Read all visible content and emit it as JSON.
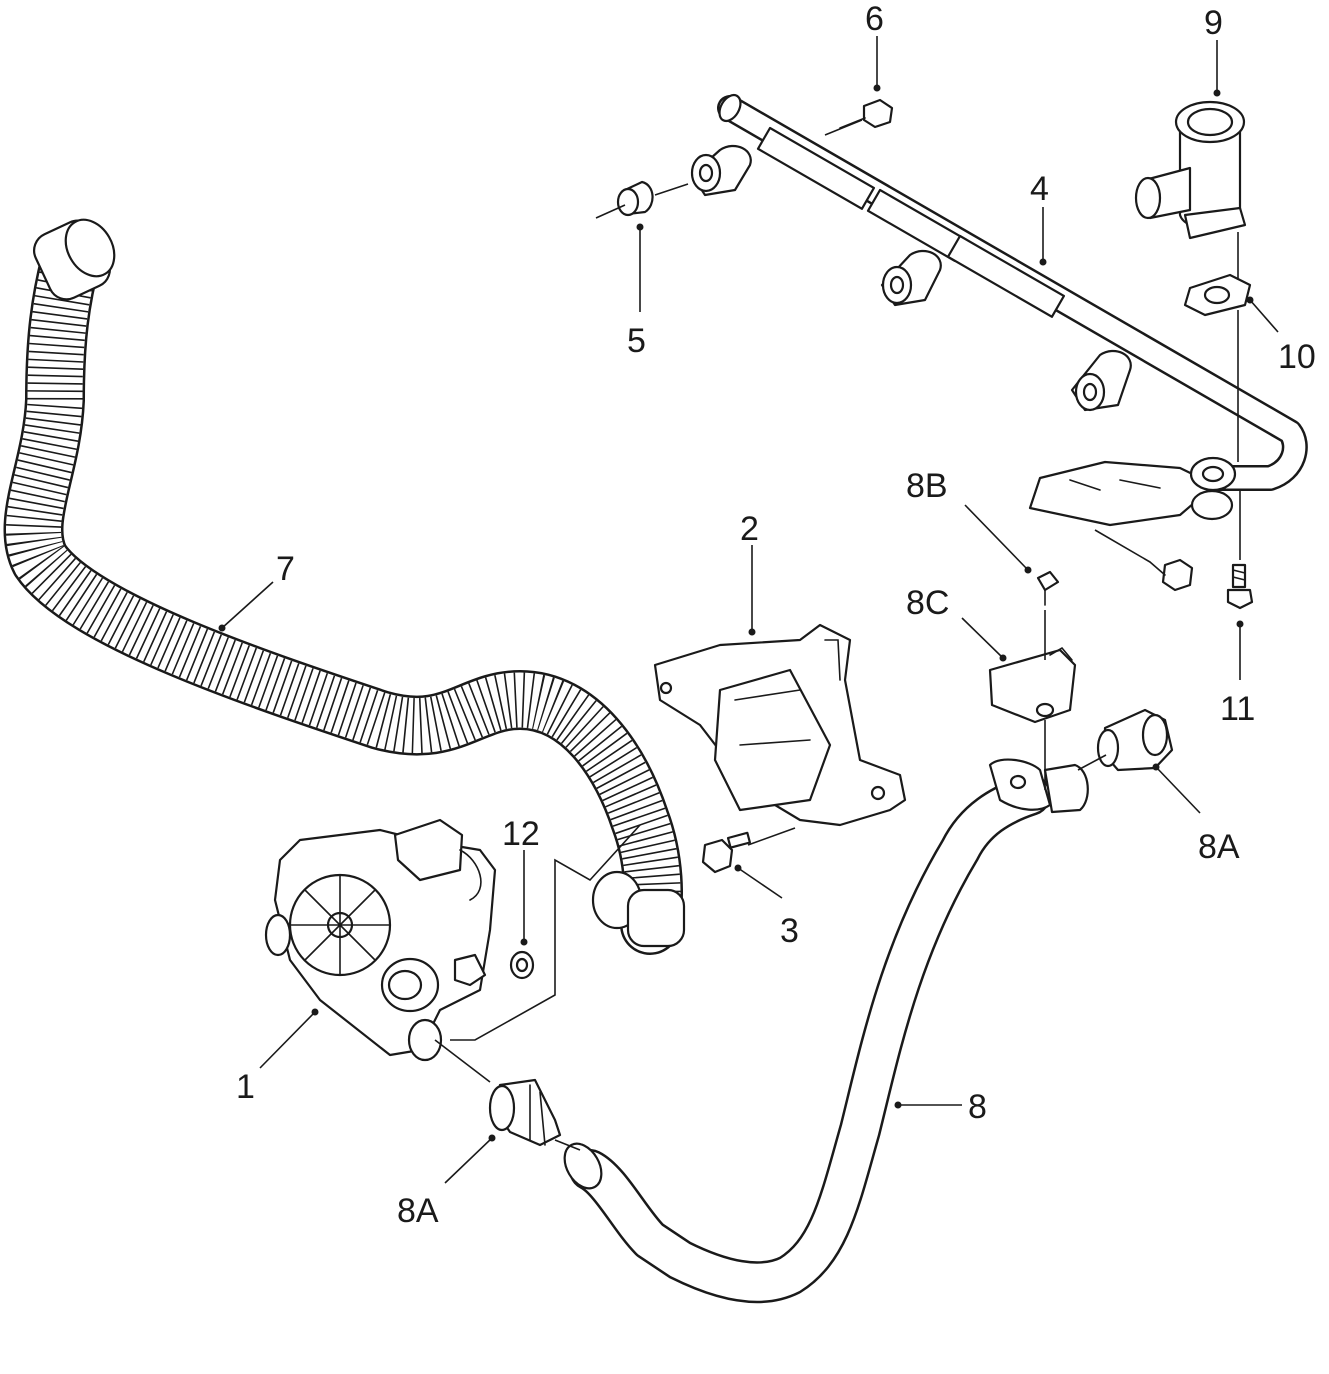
{
  "diagram": {
    "callouts": [
      {
        "id": "c1",
        "label": "1"
      },
      {
        "id": "c2",
        "label": "2"
      },
      {
        "id": "c3",
        "label": "3"
      },
      {
        "id": "c4",
        "label": "4"
      },
      {
        "id": "c5",
        "label": "5"
      },
      {
        "id": "c6",
        "label": "6"
      },
      {
        "id": "c7",
        "label": "7"
      },
      {
        "id": "c8",
        "label": "8"
      },
      {
        "id": "c8a_left",
        "label": "8A"
      },
      {
        "id": "c8a_right",
        "label": "8A"
      },
      {
        "id": "c8b",
        "label": "8B"
      },
      {
        "id": "c8c",
        "label": "8C"
      },
      {
        "id": "c9",
        "label": "9"
      },
      {
        "id": "c10",
        "label": "10"
      },
      {
        "id": "c11",
        "label": "11"
      },
      {
        "id": "c12",
        "label": "12"
      }
    ]
  },
  "colors": {
    "line": "#1a1a1a",
    "background": "#ffffff"
  }
}
